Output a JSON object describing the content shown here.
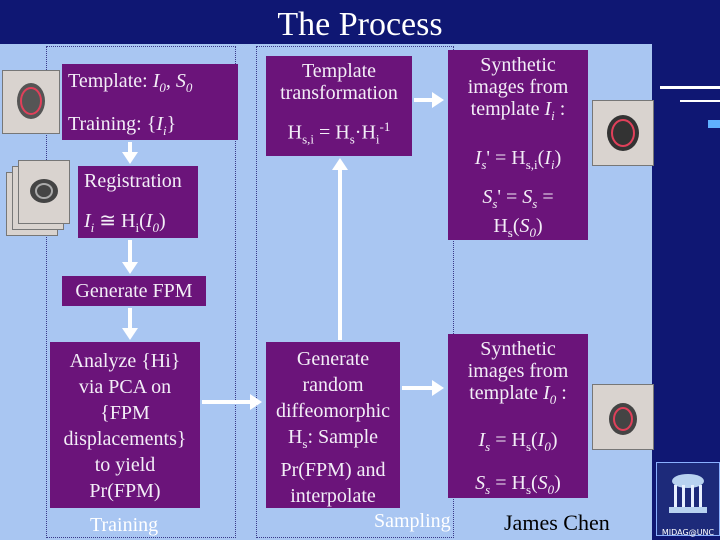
{
  "title": "The Process",
  "boxes": {
    "template_line1": "Template: I0, S0",
    "template_line2": "Training: {Ii}",
    "transform_line1": "Template",
    "transform_line2": "transformation",
    "transform_formula": "Hs,i = Hs·Hi-1",
    "synth1_line1": "Synthetic",
    "synth1_line2": "images from",
    "synth1_line3": "template Ii :",
    "synth1_formula1": "Is' = Hs,i(Ii)",
    "synth1_formula2": "Ss' = Ss =",
    "synth1_formula3": "Hs(S0)",
    "registration_line1": "Registration",
    "registration_formula": "Ii ≅ Hi(I0)",
    "fpm": "Generate FPM",
    "analyze_line1": "Analyze {Hi}",
    "analyze_line2": "via PCA on",
    "analyze_line3": "{FPM",
    "analyze_line4": "displacements}",
    "analyze_line5": "to yield",
    "analyze_line6": "Pr(FPM)",
    "generate_line1": "Generate",
    "generate_line2": "random",
    "generate_line3": "diffeomorphic",
    "generate_line4": "Hs: Sample",
    "generate_line5": "Pr(FPM) and",
    "generate_line6": "interpolate",
    "synth2_line1": "Synthetic",
    "synth2_line2": "images from",
    "synth2_line3": "template I0 :",
    "synth2_formula1": "Is = Hs(I0)",
    "synth2_formula2": "Ss = Hs(S0)"
  },
  "labels": {
    "training": "Training",
    "sampling": "Sampling",
    "author": "James Chen",
    "logo_text": "MIDAG@UNC"
  },
  "colors": {
    "background": "#0f1773",
    "canvas": "#a9c6f2",
    "box": "#6b147a",
    "arrow": "#ffffff"
  }
}
